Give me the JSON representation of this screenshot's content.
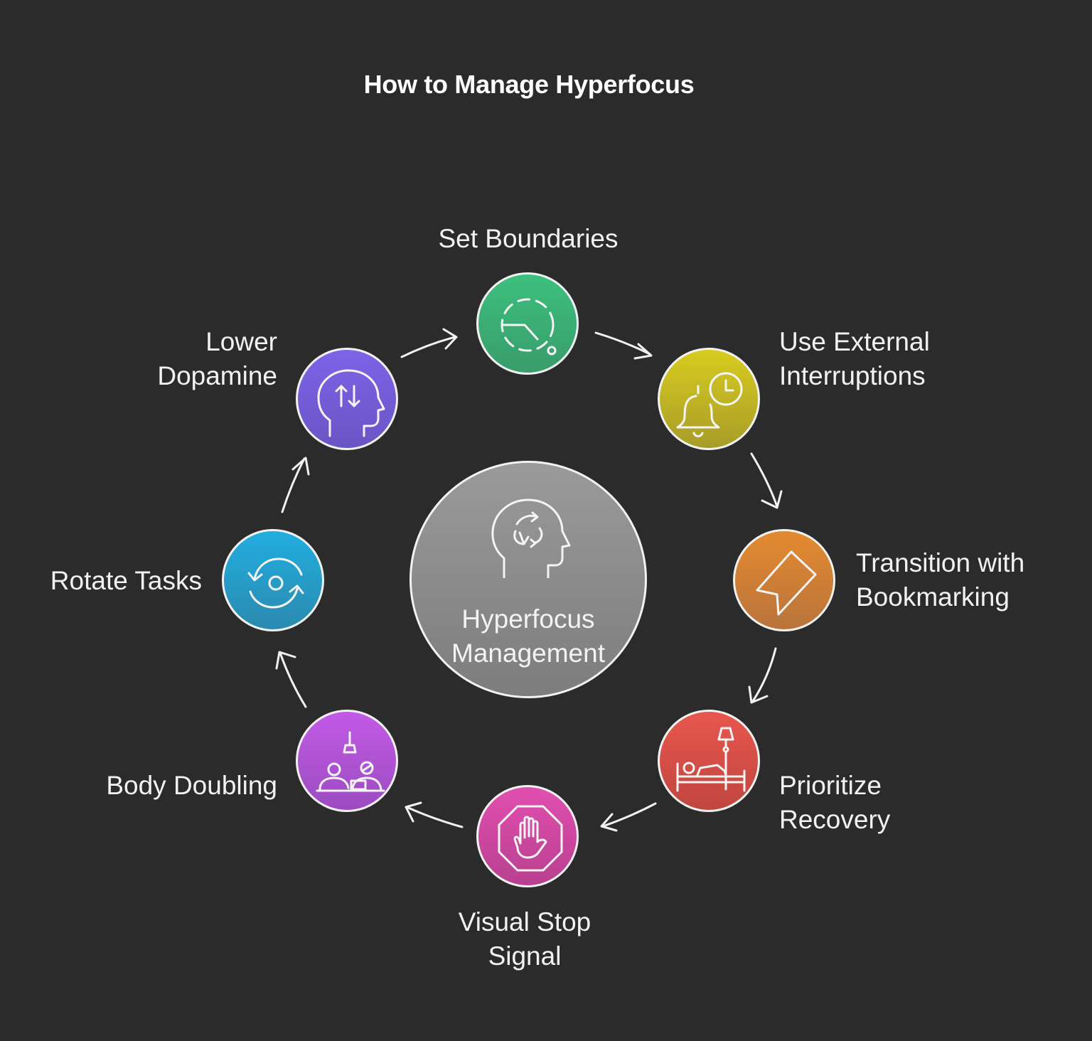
{
  "title": "How to Manage Hyperfocus",
  "center": {
    "label_line1": "Hyperfocus",
    "label_line2": "Management",
    "icon": "head-cycle-icon"
  },
  "steps": [
    {
      "line1": "Set Boundaries",
      "line2": "",
      "icon": "dashed-circle-timer-icon",
      "color_top": "#3cc07d",
      "color_bottom": "#3a9c6c"
    },
    {
      "line1": "Use External",
      "line2": "Interruptions",
      "icon": "bell-clock-icon",
      "color_top": "#d8cc1f",
      "color_bottom": "#a89c2a"
    },
    {
      "line1": "Transition with",
      "line2": "Bookmarking",
      "icon": "bookmark-icon",
      "color_top": "#e48a30",
      "color_bottom": "#b9743b"
    },
    {
      "line1": "Prioritize",
      "line2": "Recovery",
      "icon": "bed-lamp-icon",
      "color_top": "#e8574e",
      "color_bottom": "#c0463f"
    },
    {
      "line1": "Visual Stop",
      "line2": "Signal",
      "icon": "stop-hand-icon",
      "color_top": "#e14fb0",
      "color_bottom": "#b8408f"
    },
    {
      "line1": "Body Doubling",
      "line2": "",
      "icon": "two-people-desk-icon",
      "color_top": "#c25ae6",
      "color_bottom": "#9b4cc0"
    },
    {
      "line1": "Rotate Tasks",
      "line2": "",
      "icon": "rotate-arrows-icon",
      "color_top": "#22aee0",
      "color_bottom": "#2b8aaf"
    },
    {
      "line1": "Lower",
      "line2": "Dopamine",
      "icon": "head-up-down-icon",
      "color_top": "#7c63e8",
      "color_bottom": "#6a55c4"
    }
  ]
}
